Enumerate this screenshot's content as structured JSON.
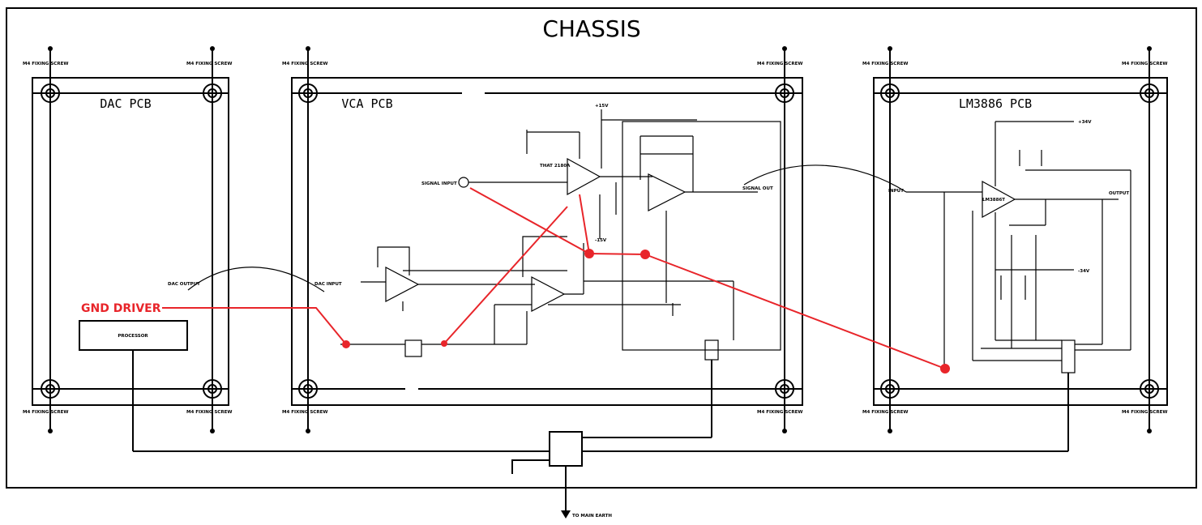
{
  "title": "CHASSIS",
  "boards": {
    "dac": {
      "label": "DAC PCB",
      "processor": "PROCESSOR",
      "dac_output": "DAC OUTPUT"
    },
    "vca": {
      "label": "VCA PCB",
      "signal_input": "SIGNAL INPUT",
      "signal_out": "SIGNAL OUT",
      "dac_input": "DAC INPUT",
      "that_chip": "THAT 2180A",
      "pos_supply": "+15V",
      "neg_supply": "-15V"
    },
    "amp": {
      "label": "LM3886 PCB",
      "input": "INPUT",
      "output": "OUTPUT",
      "pos_rail": "+34V",
      "neg_rail": "-34V",
      "chip": "LM3886T"
    }
  },
  "fixing_screw": "M4 FIXING SCREW",
  "annotation": {
    "gnd_driver": "GND DRIVER"
  },
  "main_earth": "TO MAIN EARTH",
  "colors": {
    "annotation": "#e8252a",
    "line": "#000000"
  }
}
